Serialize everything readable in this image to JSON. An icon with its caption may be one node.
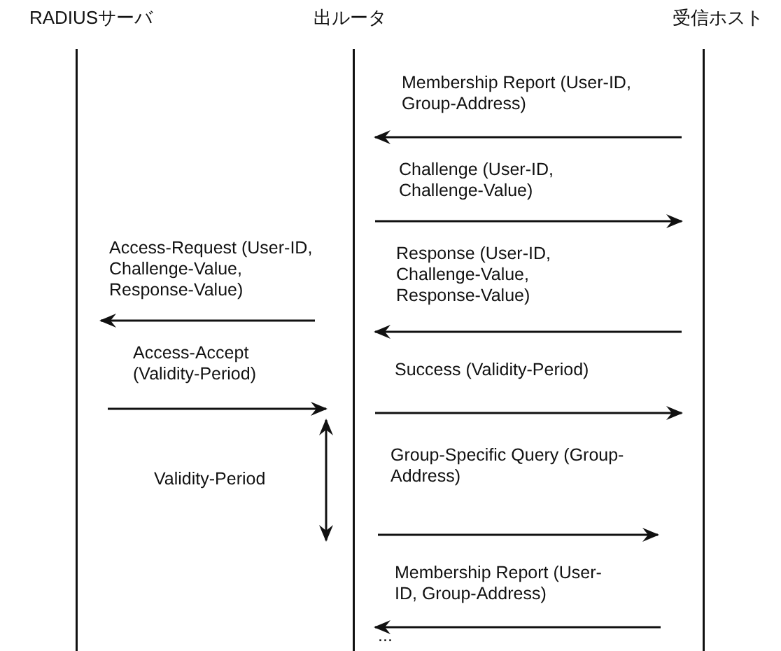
{
  "diagram": {
    "nodes": [
      {
        "text": [
          "RADIUSサーバ"
        ]
      },
      {
        "text": [
          "出ルータ"
        ]
      },
      {
        "text": [
          "受信ホスト"
        ]
      }
    ],
    "edges": [
      {
        "from": 2,
        "to": 1,
        "arrow": "to",
        "label": "Membership Report (User-ID, Group-Address)"
      },
      {
        "from": 1,
        "to": 2,
        "arrow": "to",
        "label": "Challenge (User-ID, Challenge-Value)"
      },
      {
        "from": 2,
        "to": 1,
        "arrow": "to",
        "label": "Response (User-ID, Challenge-Value, Response-Value)"
      },
      {
        "from": 1,
        "to": 0,
        "arrow": "to",
        "label": "Access-Request (User-ID, Challenge-Value, Response-Value)"
      },
      {
        "from": 0,
        "to": 1,
        "arrow": "to",
        "label": "Access-Accept (Validity-Period)"
      },
      {
        "from": 1,
        "to": 2,
        "arrow": "to",
        "label": "Success (Validity-Period)"
      },
      {
        "from": 1,
        "to": 2,
        "arrow": "to",
        "label": "Group-Specific Query (Group-Address)"
      },
      {
        "from": 2,
        "to": 1,
        "arrow": "to",
        "label": "Membership Report (User-ID, Group-Address)"
      }
    ],
    "labels": [
      "Validity-Period",
      "..."
    ]
  }
}
